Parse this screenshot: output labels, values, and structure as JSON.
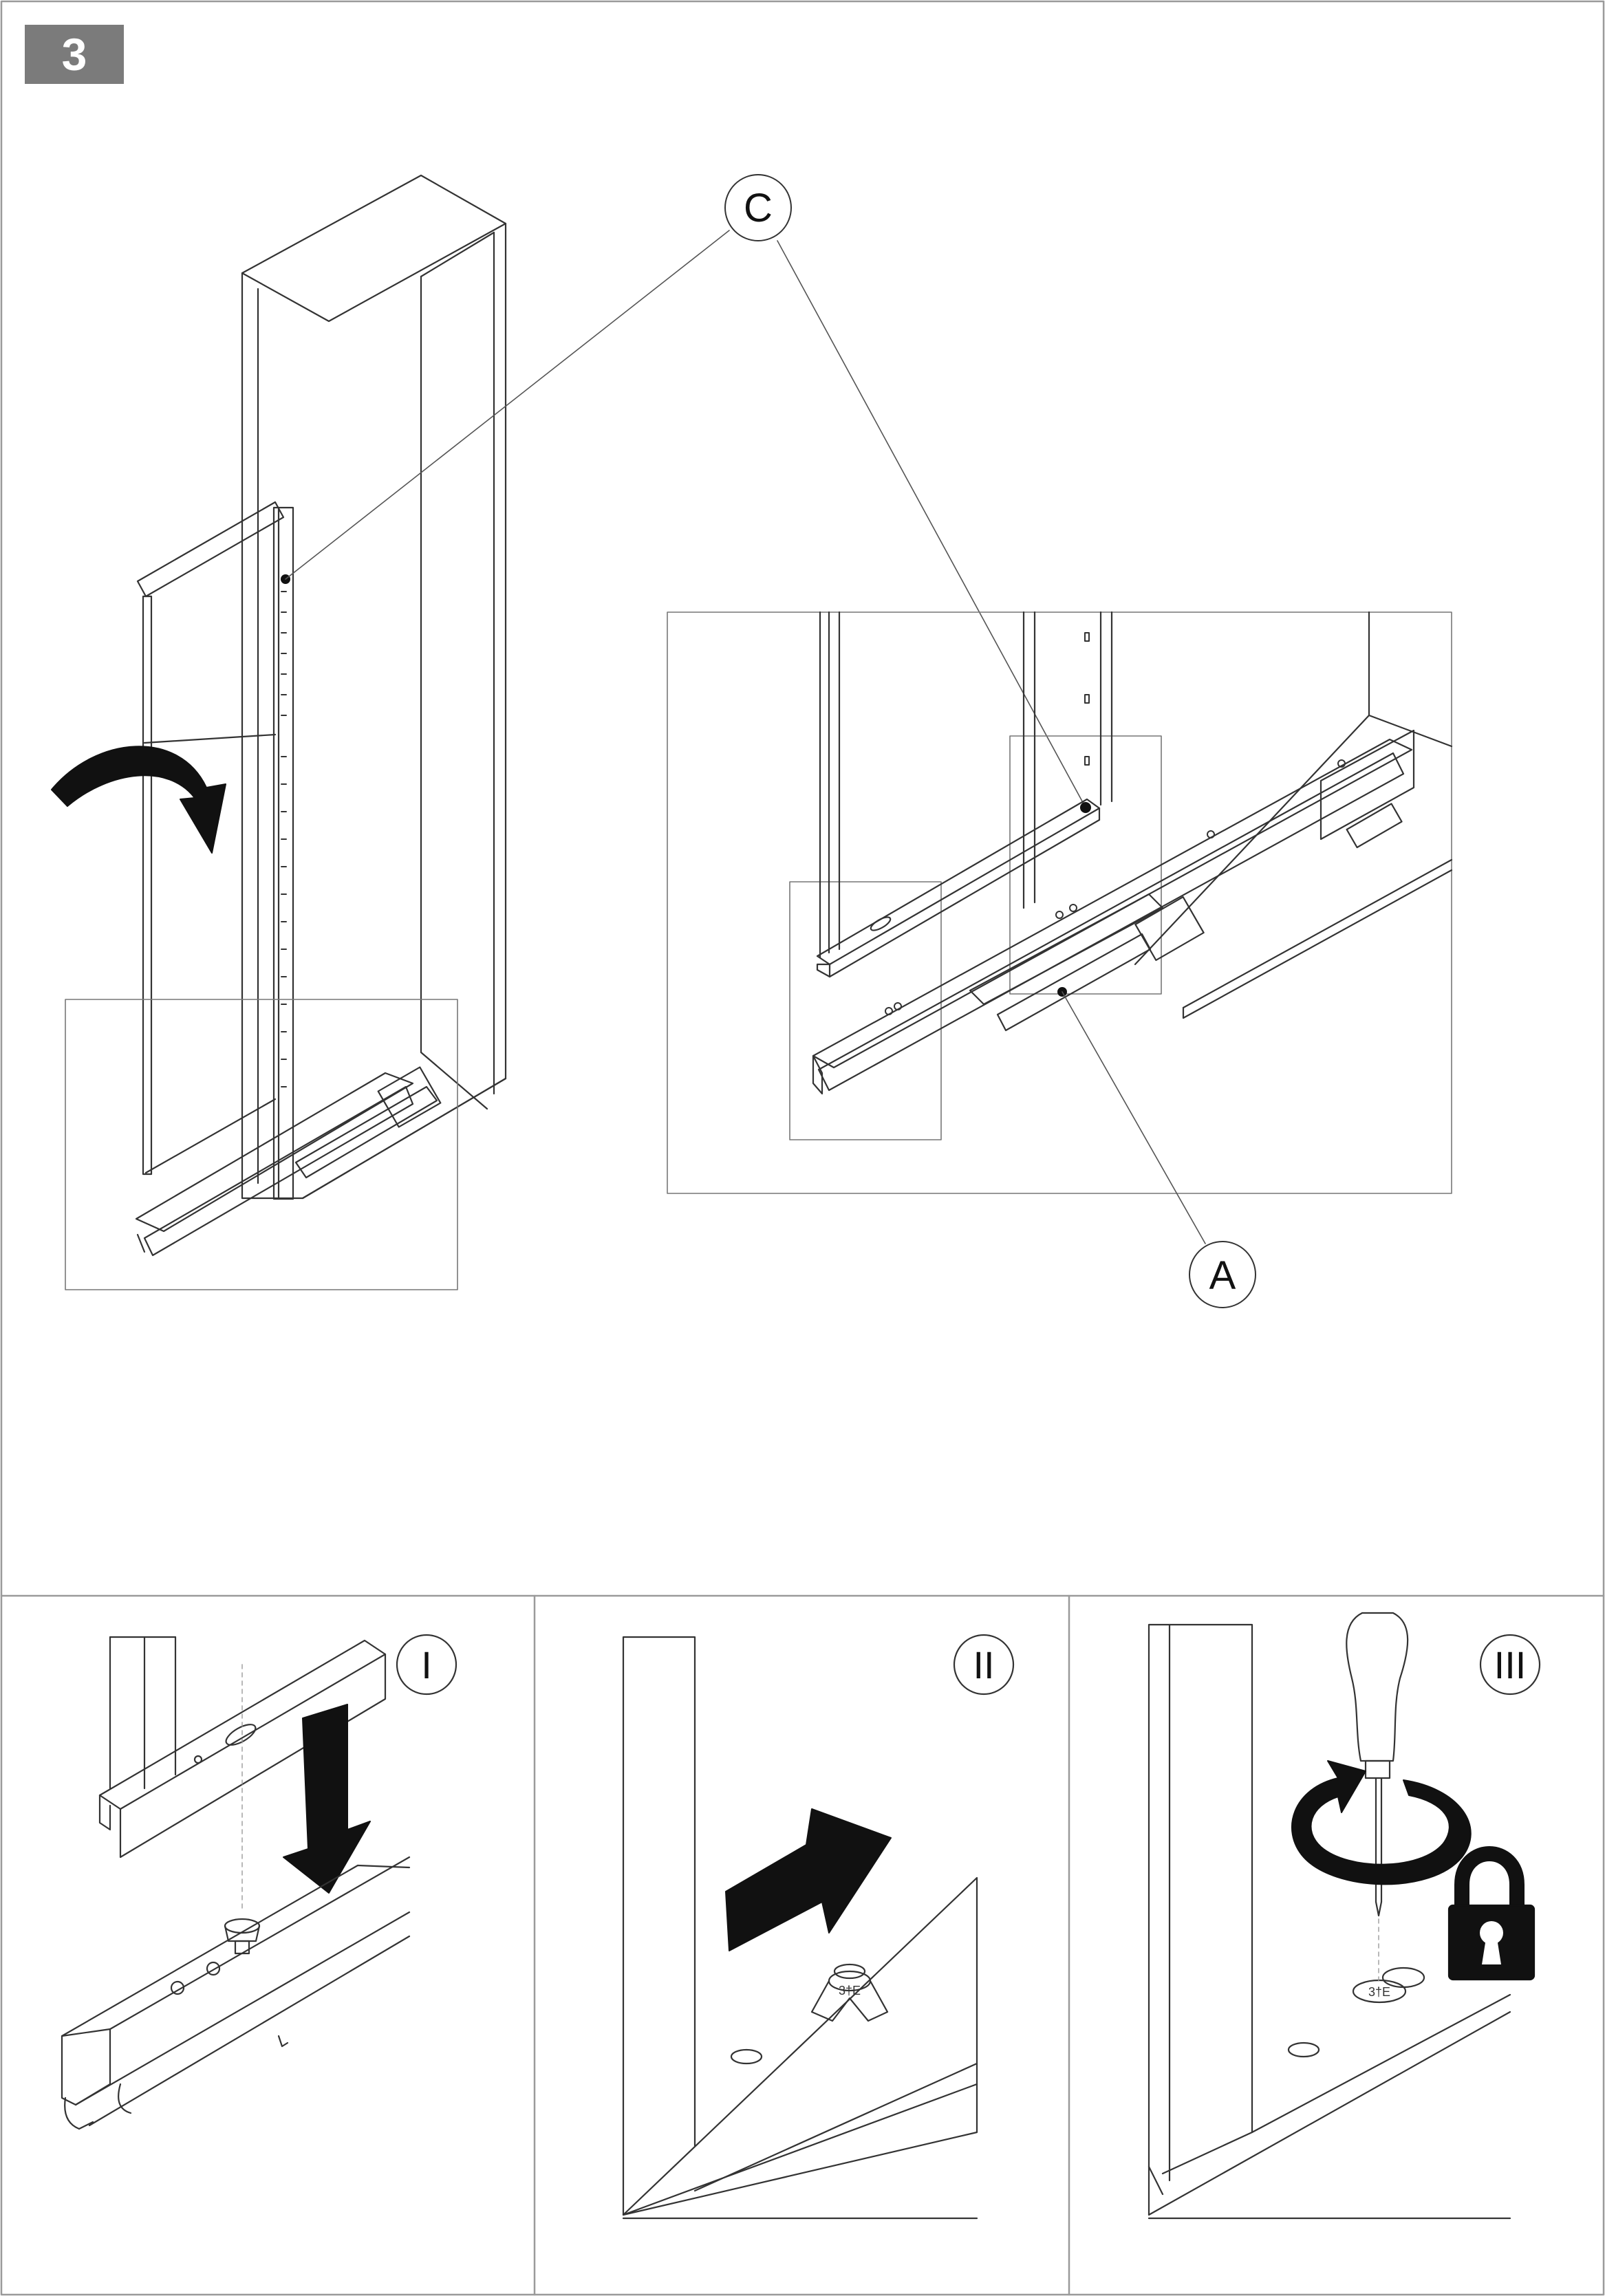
{
  "step": {
    "number": "3"
  },
  "callouts": {
    "c": "C",
    "a": "A"
  },
  "panels": [
    {
      "label": "I"
    },
    {
      "label": "II"
    },
    {
      "label": "III"
    }
  ],
  "screw": {
    "mark": "3†E"
  },
  "colors": {
    "line": "#333333",
    "badge": "#7b7b7b",
    "fill": "#111111"
  },
  "icons": [
    "rotate-arrow-icon",
    "down-arrow-icon",
    "right-arrow-icon",
    "screwdriver-icon",
    "circular-turn-arrow-icon",
    "padlock-icon"
  ]
}
